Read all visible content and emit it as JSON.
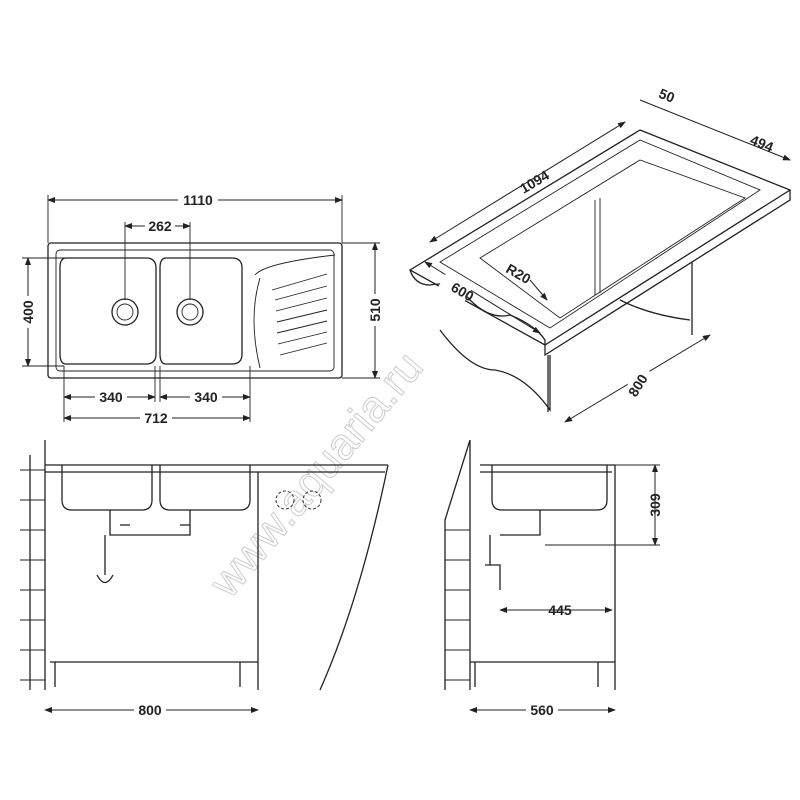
{
  "top_view": {
    "overall_length": "1110",
    "bowl_spacing": "262",
    "inner_depth": "400",
    "overall_depth": "510",
    "bowl_left": "340",
    "bowl_right": "340",
    "bowls_total": "712"
  },
  "iso_view": {
    "length": "1094",
    "rim": "50",
    "width": "494",
    "radius": "R20",
    "cabinet_depth": "600",
    "cabinet_width": "800"
  },
  "front_section": {
    "cabinet_width": "800"
  },
  "side_section": {
    "depth": "309",
    "drain_offset": "445",
    "cabinet_depth": "560"
  },
  "watermark": "www.aquaria.ru"
}
